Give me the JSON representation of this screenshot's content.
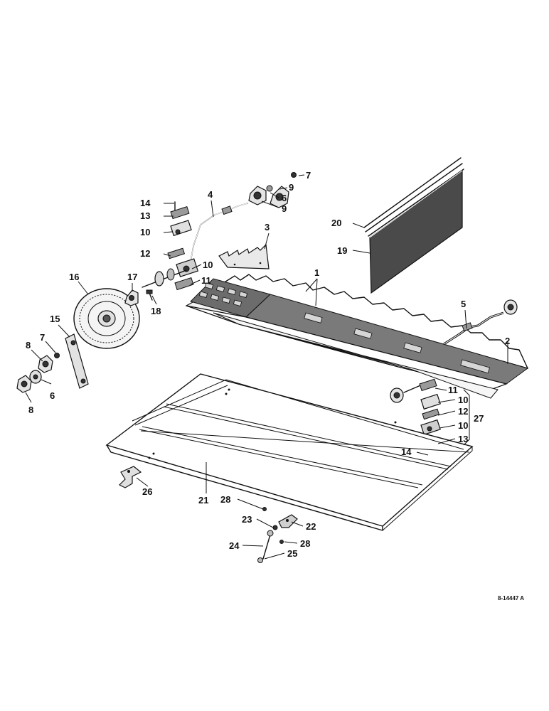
{
  "diagram": {
    "reference_code": "8-14447 A",
    "callouts": [
      {
        "id": "c1",
        "label": "1"
      },
      {
        "id": "c2",
        "label": "2"
      },
      {
        "id": "c3",
        "label": "3"
      },
      {
        "id": "c4",
        "label": "4"
      },
      {
        "id": "c5",
        "label": "5"
      },
      {
        "id": "c6a",
        "label": "6"
      },
      {
        "id": "c6b",
        "label": "6"
      },
      {
        "id": "c7a",
        "label": "7"
      },
      {
        "id": "c7b",
        "label": "7"
      },
      {
        "id": "c8a",
        "label": "8"
      },
      {
        "id": "c8b",
        "label": "8"
      },
      {
        "id": "c9a",
        "label": "9"
      },
      {
        "id": "c9b",
        "label": "9"
      },
      {
        "id": "c10a",
        "label": "10"
      },
      {
        "id": "c10b",
        "label": "10"
      },
      {
        "id": "c10c",
        "label": "10"
      },
      {
        "id": "c10d",
        "label": "10"
      },
      {
        "id": "c11a",
        "label": "11"
      },
      {
        "id": "c11b",
        "label": "11"
      },
      {
        "id": "c12a",
        "label": "12"
      },
      {
        "id": "c12b",
        "label": "12"
      },
      {
        "id": "c13a",
        "label": "13"
      },
      {
        "id": "c13b",
        "label": "13"
      },
      {
        "id": "c14a",
        "label": "14"
      },
      {
        "id": "c14b",
        "label": "14"
      },
      {
        "id": "c15",
        "label": "15"
      },
      {
        "id": "c16",
        "label": "16"
      },
      {
        "id": "c17",
        "label": "17"
      },
      {
        "id": "c18",
        "label": "18"
      },
      {
        "id": "c19",
        "label": "19"
      },
      {
        "id": "c20",
        "label": "20"
      },
      {
        "id": "c21",
        "label": "21"
      },
      {
        "id": "c22",
        "label": "22"
      },
      {
        "id": "c23",
        "label": "23"
      },
      {
        "id": "c24",
        "label": "24"
      },
      {
        "id": "c25",
        "label": "25"
      },
      {
        "id": "c26",
        "label": "26"
      },
      {
        "id": "c27",
        "label": "27"
      },
      {
        "id": "c28a",
        "label": "28"
      },
      {
        "id": "c28b",
        "label": "28"
      }
    ]
  }
}
